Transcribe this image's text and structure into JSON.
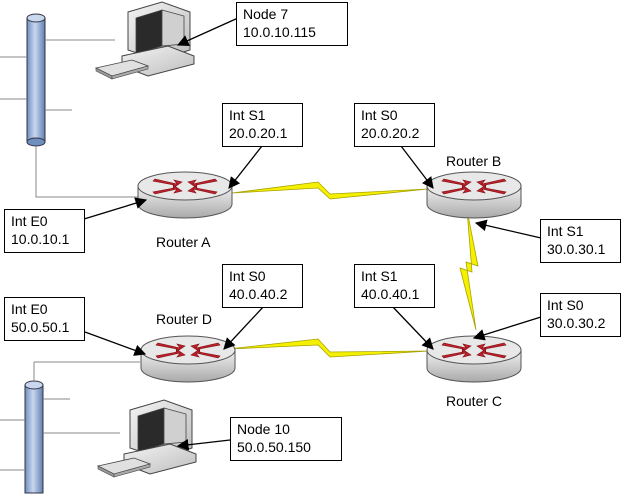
{
  "routers": [
    {
      "id": "router-a",
      "label": "Router A"
    },
    {
      "id": "router-b",
      "label": "Router B"
    },
    {
      "id": "router-c",
      "label": "Router C"
    },
    {
      "id": "router-d",
      "label": "Router D"
    }
  ],
  "callouts": {
    "node7": {
      "line1": "Node 7",
      "line2": "10.0.10.115"
    },
    "a_s1": {
      "line1": "Int S1",
      "line2": "20.0.20.1"
    },
    "b_s0": {
      "line1": "Int S0",
      "line2": "20.0.20.2"
    },
    "a_e0": {
      "line1": "Int E0",
      "line2": "10.0.10.1"
    },
    "b_s1": {
      "line1": "Int S1",
      "line2": "30.0.30.1"
    },
    "d_s0": {
      "line1": "Int S0",
      "line2": "40.0.40.2"
    },
    "c_s1": {
      "line1": "Int S1",
      "line2": "40.0.40.1"
    },
    "d_e0": {
      "line1": "Int E0",
      "line2": "50.0.50.1"
    },
    "c_s0": {
      "line1": "Int S0",
      "line2": "30.0.30.2"
    },
    "node10": {
      "line1": "Node 10",
      "line2": "50.0.50.150"
    }
  },
  "colors": {
    "bus": "#9bb3d6",
    "lightning": "#f4f000",
    "router_red": "#c0202a",
    "router_body": "#d9d9d9"
  },
  "icons": [
    "router-icon",
    "computer-icon",
    "ethernet-bus-icon",
    "serial-link-icon"
  ]
}
